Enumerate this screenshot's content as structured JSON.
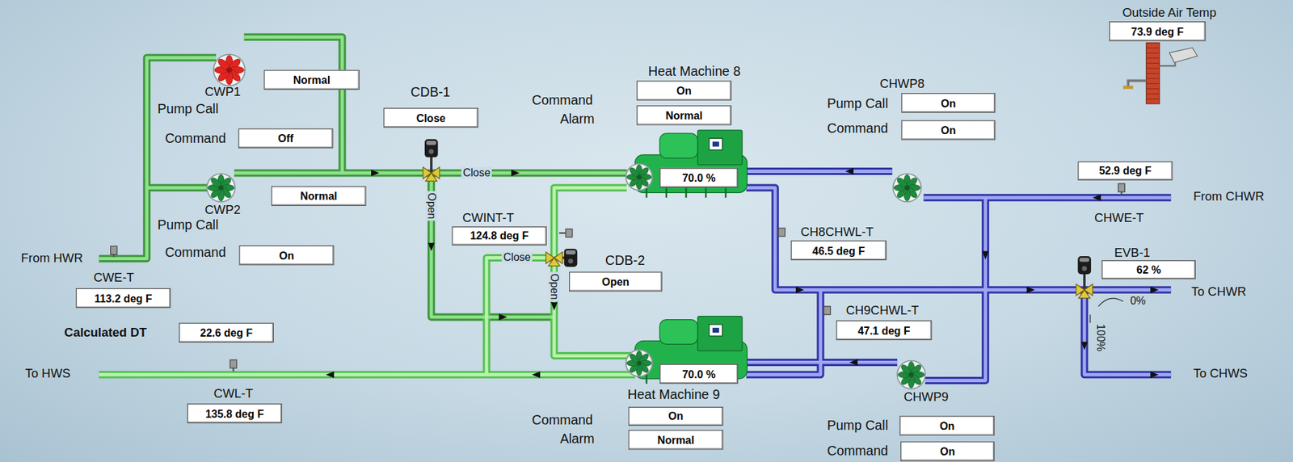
{
  "diagram": {
    "nodes": [
      {
        "text": [
          "73.9 deg F"
        ]
      },
      {
        "text": [
          "Normal"
        ]
      },
      {
        "text": [
          "Close"
        ]
      },
      {
        "text": [
          "On"
        ]
      },
      {
        "text": [
          "On"
        ]
      },
      {
        "text": [
          "Normal"
        ]
      },
      {
        "text": [
          "On"
        ]
      },
      {
        "text": [
          "Off"
        ]
      },
      {
        "text": [
          "52.9 deg F"
        ]
      },
      {
        "text": [
          "70.0 %"
        ]
      },
      {
        "text": [
          "Normal"
        ]
      },
      {
        "text": [
          "124.8 deg F"
        ]
      },
      {
        "text": [
          "46.5 deg F"
        ]
      },
      {
        "text": [
          "On"
        ]
      },
      {
        "text": [
          "62 %"
        ]
      },
      {
        "text": [
          "Open"
        ]
      },
      {
        "text": [
          "113.2 deg F"
        ]
      },
      {
        "text": [
          "47.1 deg F"
        ]
      },
      {
        "text": [
          "22.6 deg F"
        ]
      },
      {
        "text": [
          "70.0 %"
        ]
      },
      {
        "text": [
          "135.8 deg F"
        ]
      },
      {
        "text": [
          "On"
        ]
      },
      {
        "text": [
          "On"
        ]
      },
      {
        "text": [
          "Normal"
        ]
      },
      {
        "text": [
          "On"
        ]
      }
    ],
    "labels": [
      "Outside Air Temp",
      "Heat Machine 8",
      "CHWP8",
      "CWP1",
      "CDB-1",
      "Command",
      "Pump Call",
      "Pump Call",
      "Alarm",
      "Command",
      "Command",
      "Close",
      "From CHWR",
      "Open",
      "CWP2",
      "CWINT-T",
      "CHWE-T",
      "Pump Call",
      "CH8CHWL-T",
      "Command",
      "EVB-1",
      "Close",
      "From HWR",
      "CDB-2",
      "CWE-T",
      "Open",
      "To CHWR",
      "0%",
      "CH9CHWL-T",
      "Calculated DT",
      "100%",
      "To HWS",
      "To CHWS",
      "CWL-T",
      "Heat Machine 9",
      "CHWP9",
      "Command",
      "Pump Call",
      "Alarm",
      "Command"
    ]
  }
}
